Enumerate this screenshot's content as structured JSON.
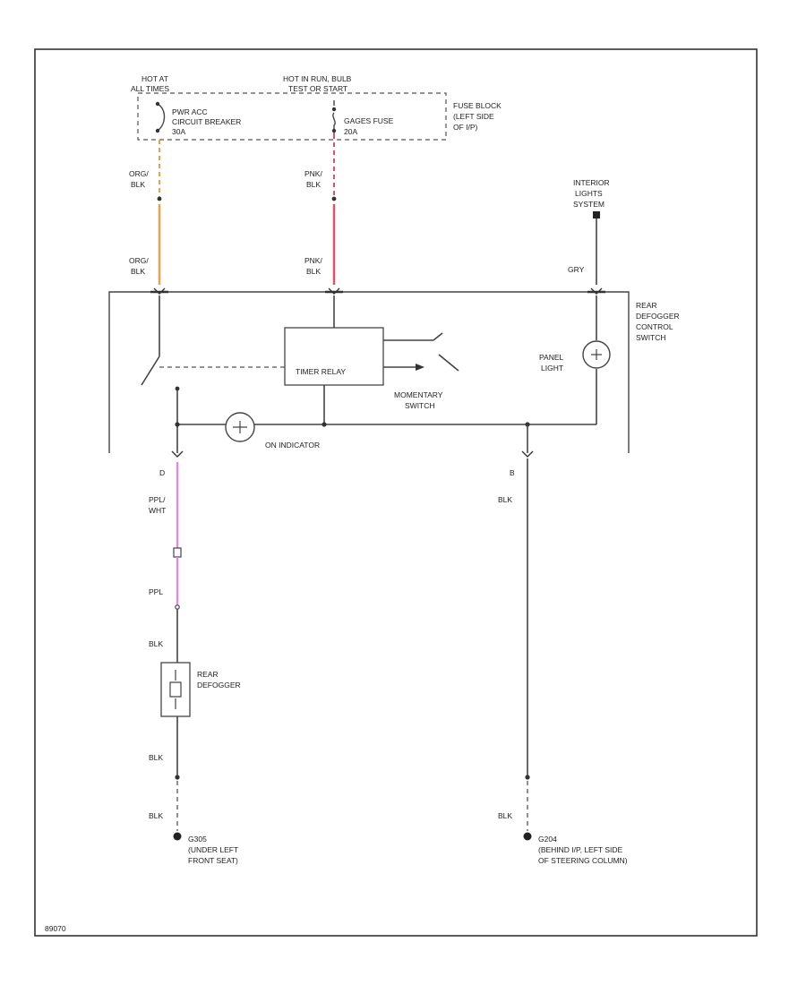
{
  "colors": {
    "background": "#ffffff",
    "line": "#444444",
    "wire_orange": "#e8a34a",
    "wire_pink": "#e0506a",
    "wire_purple": "#ee80ee"
  },
  "labels": {
    "hot_at_all_times": [
      "HOT AT",
      "ALL TIMES"
    ],
    "hot_in_run_bulb": [
      "HOT IN RUN, BULB",
      "TEST OR START"
    ],
    "circuit_breaker": [
      "PWR ACC",
      "CIRCUIT BREAKER",
      "30A"
    ],
    "gages_fuse": [
      "GAGES FUSE",
      "20A"
    ],
    "fuse_block": [
      "FUSE BLOCK",
      "(LEFT SIDE",
      "OF I/P)"
    ],
    "interior_lights": [
      "INTERIOR",
      "LIGHTS",
      "SYSTEM"
    ],
    "wire_org_blk_top": [
      "ORG/",
      "BLK"
    ],
    "wire_pnk_blk_top": [
      "PNK/",
      "BLK"
    ],
    "wire_org_blk_mid": [
      "ORG/",
      "BLK"
    ],
    "wire_pnk_blk_mid": [
      "PNK/",
      "BLK"
    ],
    "wire_gry": "GRY",
    "switch_title": [
      "REAR",
      "DEFOGGER",
      "CONTROL",
      "SWITCH"
    ],
    "timer_relay": "TIMER RELAY",
    "panel_light": [
      "PANEL",
      "LIGHT"
    ],
    "momentary_switch": [
      "MOMENTARY",
      "SWITCH"
    ],
    "on_indicator": "ON INDICATOR",
    "pin_d": "D",
    "pin_b": "B",
    "wire_ppl_wht": [
      "PPL/",
      "WHT"
    ],
    "wire_blk_right": "BLK",
    "wire_ppl": "PPL",
    "wire_blk_1": "BLK",
    "rear_defogger": [
      "REAR",
      "DEFOGGER"
    ],
    "wire_blk_2": "BLK",
    "wire_blk_3": "BLK",
    "wire_blk_4": "BLK",
    "ground_left": [
      "G305",
      "(UNDER LEFT",
      "FRONT SEAT)"
    ],
    "ground_right": [
      "G204",
      "(BEHIND I/P, LEFT SIDE",
      "OF STEERING COLUMN)"
    ],
    "figure_code": "89070"
  }
}
